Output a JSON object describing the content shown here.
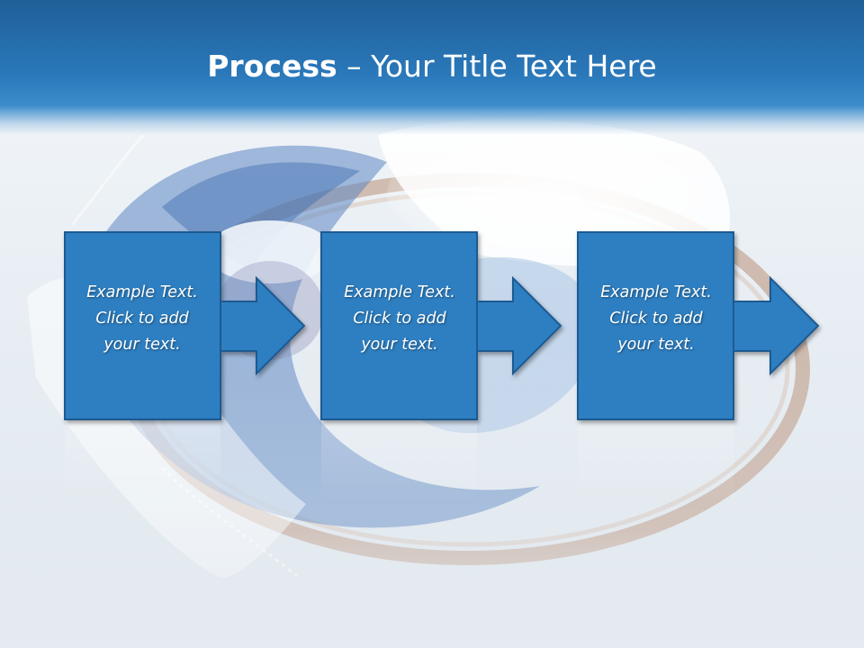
{
  "slide": {
    "title_bold": "Process",
    "title_rest": " – Your Title Text Here",
    "steps": [
      {
        "line1": "Example Text.",
        "line2": "Click  to add",
        "line3": "your text."
      },
      {
        "line1": "Example Text.",
        "line2": "Click  to add",
        "line3": "your text."
      },
      {
        "line1": "Example Text.",
        "line2": "Click  to add",
        "line3": "your text."
      }
    ]
  },
  "colors": {
    "header": "#2a78ba",
    "box_fill": "#2f7fc1",
    "box_border": "#1d5a92"
  }
}
